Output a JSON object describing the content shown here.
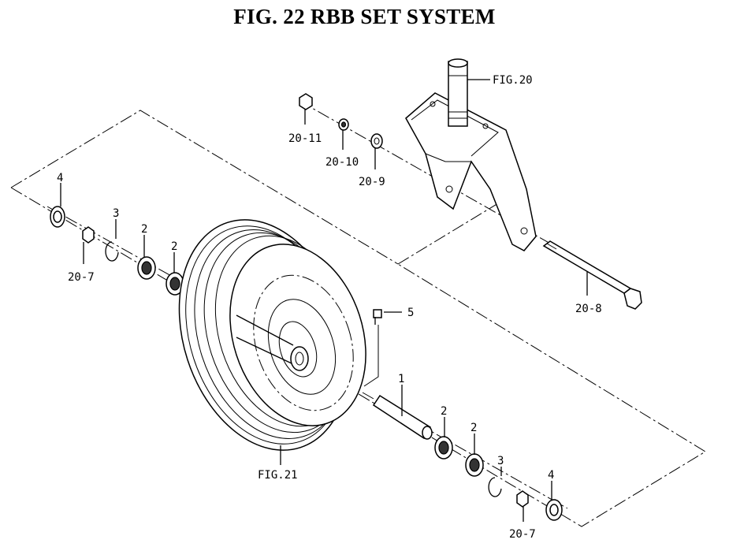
{
  "title": "FIG. 22  RBB SET SYSTEM",
  "labels": {
    "fig20": "FIG.20",
    "fig21": "FIG.21",
    "p20_11": "20-11",
    "p20_10": "20-10",
    "p20_9": "20-9",
    "p20_8": "20-8",
    "p20_7_left": "20-7",
    "p20_7_right": "20-7",
    "p4_left": "4",
    "p4_right": "4",
    "p3_left": "3",
    "p3_right": "3",
    "p2_left_a": "2",
    "p2_left_b": "2",
    "p2_right_a": "2",
    "p2_right_b": "2",
    "p1": "1",
    "p5": "5"
  }
}
